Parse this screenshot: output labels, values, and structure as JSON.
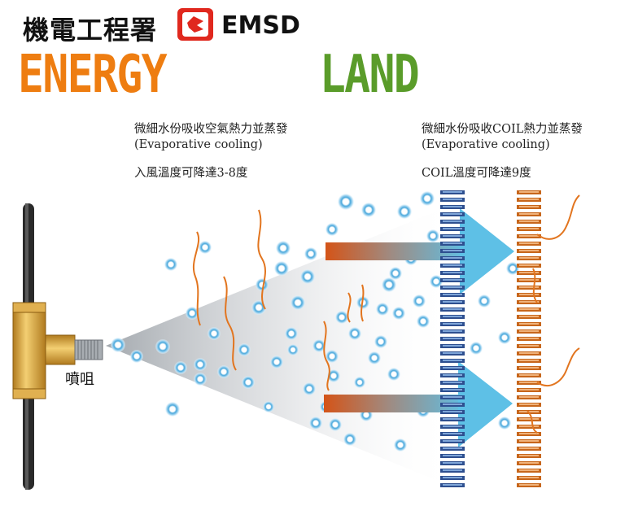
{
  "header": {
    "org_chinese": "機電工程署",
    "org_english": "EMSD",
    "title_part1": "ENERGY",
    "title_part2": "LAND"
  },
  "annotations": {
    "left_line1": "微細水份吸收空氣熱力並蒸發",
    "left_line2": "(Evaporative cooling)",
    "left_line3": "入風溫度可降達3-8度",
    "right_line1": "微細水份吸收COIL熱力並蒸發",
    "right_line2": "(Evaporative cooling)",
    "right_line3": "COIL溫度可降達9度",
    "nozzle": "噴咀"
  },
  "colors": {
    "title_orange": "#ee7d11",
    "title_green": "#5a9c2a",
    "emsd_red": "#e0281e",
    "coil_blue": "#2e4f8f",
    "coil_orange": "#c7661b",
    "arrow_start": "#d45418",
    "arrow_end": "#5ec0e6",
    "droplet": "#4aa8dc",
    "pipe_brass": "#d9a23c"
  },
  "icons": {
    "logo": "emsd-logo-icon",
    "droplet": "water-droplet-icon",
    "arrow": "airflow-arrow-icon",
    "nozzle": "spray-nozzle-icon"
  }
}
